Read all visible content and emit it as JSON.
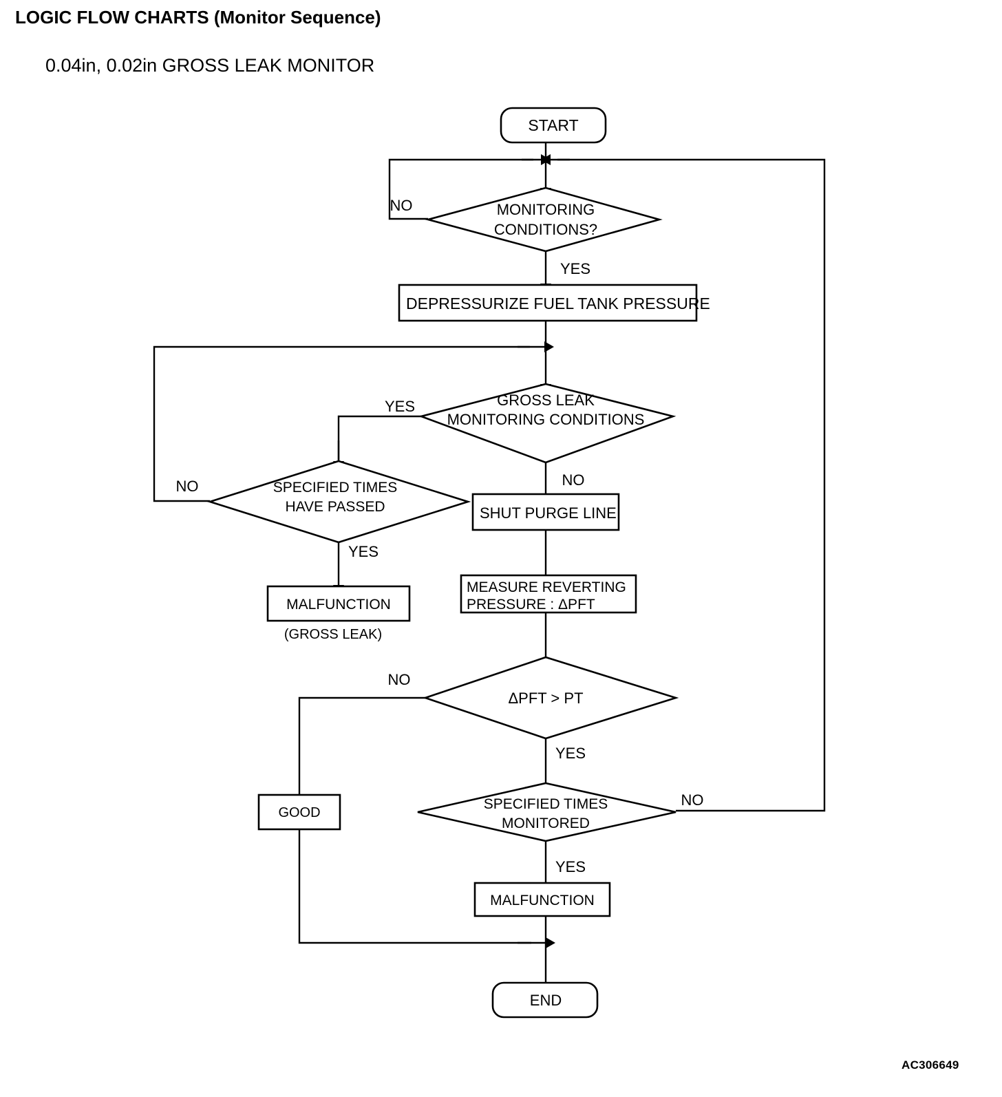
{
  "document": {
    "title": "LOGIC FLOW CHARTS (Monitor Sequence)",
    "subtitle": "0.04in, 0.02in GROSS LEAK MONITOR",
    "figure_code": "AC306649"
  },
  "chart_data": {
    "type": "diagram",
    "diagram_kind": "flowchart",
    "title": "0.04in, 0.02in GROSS LEAK MONITOR",
    "nodes": [
      {
        "id": "start",
        "shape": "terminator",
        "label": "START"
      },
      {
        "id": "mon_cond",
        "shape": "decision",
        "label": "MONITORING CONDITIONS?",
        "line1": "MONITORING",
        "line2": "CONDITIONS?"
      },
      {
        "id": "depressurize",
        "shape": "process",
        "label": "DEPRESSURIZE FUEL TANK PRESSURE"
      },
      {
        "id": "gl_cond",
        "shape": "decision",
        "label": "GROSS LEAK MONITORING CONDITIONS",
        "line1": "GROSS LEAK",
        "line2": "MONITORING CONDITIONS"
      },
      {
        "id": "times_passed",
        "shape": "decision",
        "label": "SPECIFIED TIMES HAVE PASSED",
        "line1": "SPECIFIED TIMES",
        "line2": "HAVE PASSED"
      },
      {
        "id": "malf_gl",
        "shape": "process",
        "label": "MALFUNCTION",
        "caption": "(GROSS LEAK)"
      },
      {
        "id": "shut_purge",
        "shape": "process",
        "label": "SHUT PURGE LINE"
      },
      {
        "id": "measure",
        "shape": "process",
        "label": "MEASURE REVERTING PRESSURE : ΔPFT",
        "line1": "MEASURE REVERTING",
        "line2": "PRESSURE : ΔPFT"
      },
      {
        "id": "pft_gt_pt",
        "shape": "decision",
        "label": "ΔPFT > PT"
      },
      {
        "id": "good",
        "shape": "process",
        "label": "GOOD"
      },
      {
        "id": "times_mon",
        "shape": "decision",
        "label": "SPECIFIED TIMES MONITORED",
        "line1": "SPECIFIED TIMES",
        "line2": "MONITORED"
      },
      {
        "id": "malf",
        "shape": "process",
        "label": "MALFUNCTION"
      },
      {
        "id": "end",
        "shape": "terminator",
        "label": "END"
      }
    ],
    "edges": [
      {
        "from": "start",
        "to": "mon_cond",
        "label": ""
      },
      {
        "from": "mon_cond",
        "to": "mon_cond",
        "label": "NO"
      },
      {
        "from": "mon_cond",
        "to": "depressurize",
        "label": "YES"
      },
      {
        "from": "depressurize",
        "to": "gl_cond",
        "label": ""
      },
      {
        "from": "gl_cond",
        "to": "times_passed",
        "label": "YES"
      },
      {
        "from": "gl_cond",
        "to": "shut_purge",
        "label": "NO"
      },
      {
        "from": "times_passed",
        "to": "gl_cond",
        "label": "NO"
      },
      {
        "from": "times_passed",
        "to": "malf_gl",
        "label": "YES"
      },
      {
        "from": "shut_purge",
        "to": "measure",
        "label": ""
      },
      {
        "from": "measure",
        "to": "pft_gt_pt",
        "label": ""
      },
      {
        "from": "pft_gt_pt",
        "to": "good",
        "label": "NO"
      },
      {
        "from": "pft_gt_pt",
        "to": "times_mon",
        "label": "YES"
      },
      {
        "from": "times_mon",
        "to": "mon_cond",
        "label": "NO"
      },
      {
        "from": "times_mon",
        "to": "malf",
        "label": "YES"
      },
      {
        "from": "malf",
        "to": "end",
        "label": ""
      },
      {
        "from": "good",
        "to": "end",
        "label": ""
      }
    ],
    "edge_labels": {
      "mon_cond_no": "NO",
      "mon_cond_yes": "YES",
      "gl_cond_yes": "YES",
      "gl_cond_no": "NO",
      "times_passed_no": "NO",
      "times_passed_yes": "YES",
      "pft_no": "NO",
      "pft_yes": "YES",
      "times_mon_no": "NO",
      "times_mon_yes": "YES"
    },
    "colors": {
      "stroke": "#000000",
      "fill": "#ffffff",
      "text": "#000000"
    }
  }
}
